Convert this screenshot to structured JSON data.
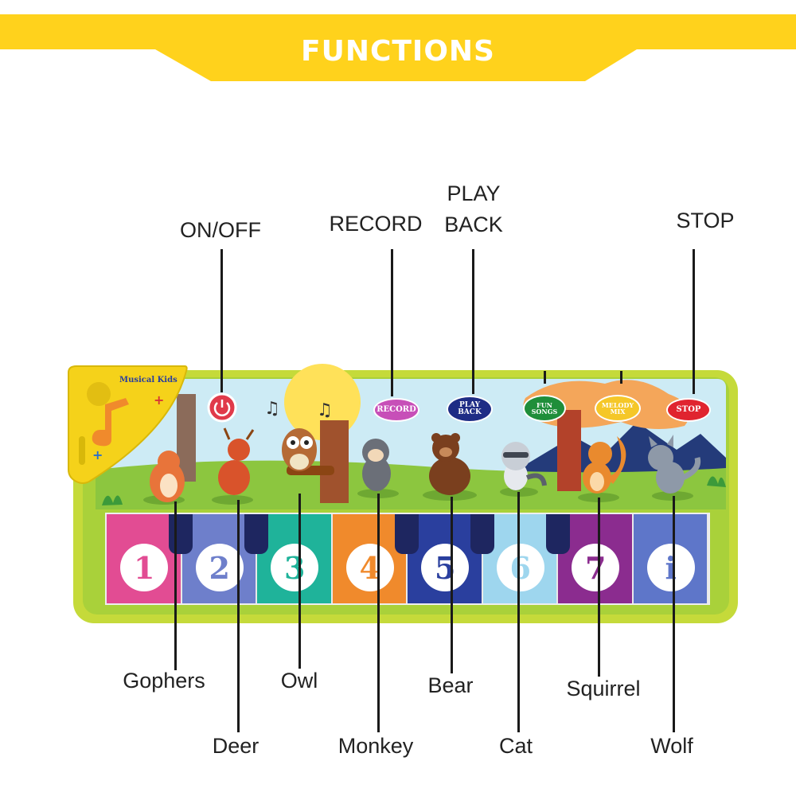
{
  "banner": {
    "title": "FUNCTIONS",
    "color": "#FFD21C"
  },
  "top_labels": {
    "on_off": "ON/OFF",
    "record": "RECORD",
    "play_back_line1": "PLAY",
    "play_back_line2": "BACK",
    "stop": "STOP"
  },
  "bottom_labels": {
    "gophers": "Gophers",
    "owl": "Owl",
    "bear": "Bear",
    "squirrel": "Squirrel",
    "deer": "Deer",
    "monkey": "Monkey",
    "cat": "Cat",
    "wolf": "Wolf"
  },
  "mat": {
    "brand": "Musical Kids",
    "buttons": {
      "record": "RECORD",
      "play_back_1": "PLAY",
      "play_back_2": "BACK",
      "fun_songs_1": "FUN",
      "fun_songs_2": "SONGS",
      "melody_mix_1": "MELODY",
      "melody_mix_2": "MIX",
      "stop": "STOP"
    },
    "keys": [
      {
        "number": "1",
        "color": "#E24C93"
      },
      {
        "number": "2",
        "color": "#6E7FCB"
      },
      {
        "number": "3",
        "color": "#1FB39A"
      },
      {
        "number": "4",
        "color": "#F08A2C"
      },
      {
        "number": "5",
        "color": "#2A3F9E"
      },
      {
        "number": "6",
        "color": "#9ED6EE"
      },
      {
        "number": "7",
        "color": "#8B2C8F"
      },
      {
        "number": "i",
        "color": "#5E76C9"
      }
    ],
    "frame_color": "#C5DA3A",
    "grass_color": "#8CC63F"
  }
}
